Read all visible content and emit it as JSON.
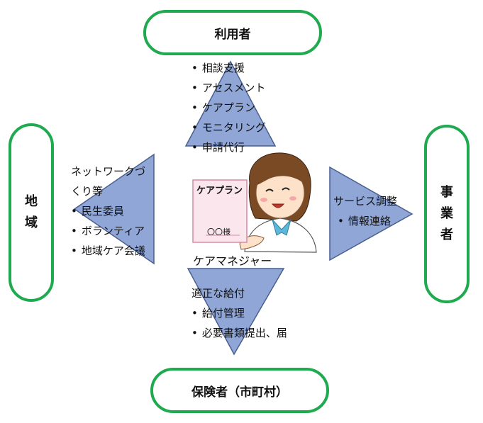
{
  "top": {
    "title": "利用者",
    "items": [
      "相談支援",
      "アセスメント",
      "ケアプラン",
      "モニタリング",
      "申請代行"
    ]
  },
  "bottom": {
    "title": "保険者（市町村）",
    "heading": "適正な給付",
    "items": [
      "給付管理",
      "必要書類提出、届"
    ]
  },
  "left": {
    "title_chars": [
      "地",
      "域"
    ],
    "heading_line1": "ネットワークづ",
    "heading_line2": "くり等",
    "items": [
      "民生委員",
      "ボランティア",
      "地域ケア会議"
    ]
  },
  "right": {
    "title_chars": [
      "事",
      "業",
      "者"
    ],
    "heading": "サービス調整",
    "items": [
      "情報連絡"
    ]
  },
  "center": {
    "label": "ケアマネジャー",
    "card_title": "ケアプラン",
    "card_name": "〇〇様"
  },
  "colors": {
    "pill_border": "#1faa4f",
    "triangle_fill": "#8fa6d6",
    "triangle_stroke": "#4a5f8e",
    "card_fill": "#fbe6ee",
    "card_stroke": "#d58aa8"
  }
}
